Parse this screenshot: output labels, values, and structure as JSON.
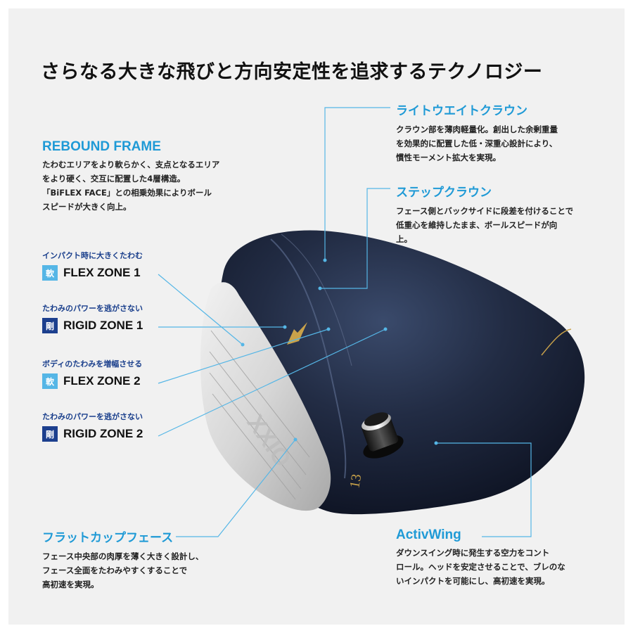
{
  "title": "さらなる大きな飛びと方向安定性を追求するテクノロジー",
  "colors": {
    "accent": "#1f9ad6",
    "soft_badge": "#55b6e6",
    "hard_badge": "#1c3f8e",
    "head_navy": "#1b2336"
  },
  "rebound_frame": {
    "heading": "REBOUND FRAME",
    "lines": [
      "たわむエリアをより軟らかく、支点となるエリア",
      "をより硬く、交互に配置した4層構造。",
      "「BiFLEX FACE」との相乗効果によりボール",
      "スピードが大きく向上。"
    ]
  },
  "zones": [
    {
      "sub": "インパクト時に大きくたわむ",
      "badge": "軟",
      "name": "FLEX ZONE 1"
    },
    {
      "sub": "たわみのパワーを逃がさない",
      "badge": "剛",
      "name": "RIGID ZONE 1"
    },
    {
      "sub": "ボディのたわみを増幅させる",
      "badge": "軟",
      "name": "FLEX ZONE 2"
    },
    {
      "sub": "たわみのパワーを逃がさない",
      "badge": "剛",
      "name": "RIGID ZONE 2"
    }
  ],
  "flat_cup": {
    "heading": "フラットカップフェース",
    "lines": [
      "フェース中央部の肉厚を薄く大きく設計し、",
      "フェース全面をたわみやすくすることで",
      "高初速を実現。"
    ]
  },
  "light_crown": {
    "heading": "ライトウエイトクラウン",
    "lines": [
      "クラウン部を薄肉軽量化。創出した余剰重量",
      "を効果的に配置した低・深重心設計により、",
      "慣性モーメント拡大を実現。"
    ]
  },
  "step_crown": {
    "heading": "ステップクラウン",
    "lines": [
      "フェース側とバックサイドに段差を付けることで",
      "低重心を維持したまま、ボールスピードが向",
      "上。"
    ]
  },
  "activwing": {
    "heading": "ActivWing",
    "lines": [
      "ダウンスイング時に発生する空力をコント",
      "ロール。ヘッドを安定させることで、ブレのな",
      "いインパクトを可能にし、高初速を実現。"
    ]
  },
  "head": {
    "face_mark": "XXIO",
    "sole_mark": "13"
  }
}
